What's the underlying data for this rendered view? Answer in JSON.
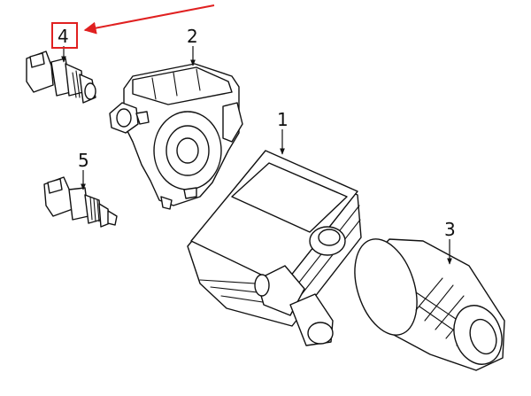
{
  "callouts": [
    {
      "id": "1",
      "label": "1"
    },
    {
      "id": "2",
      "label": "2"
    },
    {
      "id": "3",
      "label": "3"
    },
    {
      "id": "4",
      "label": "4"
    },
    {
      "id": "5",
      "label": "5"
    }
  ],
  "highlight": {
    "target": "4",
    "color": "#e02020"
  }
}
